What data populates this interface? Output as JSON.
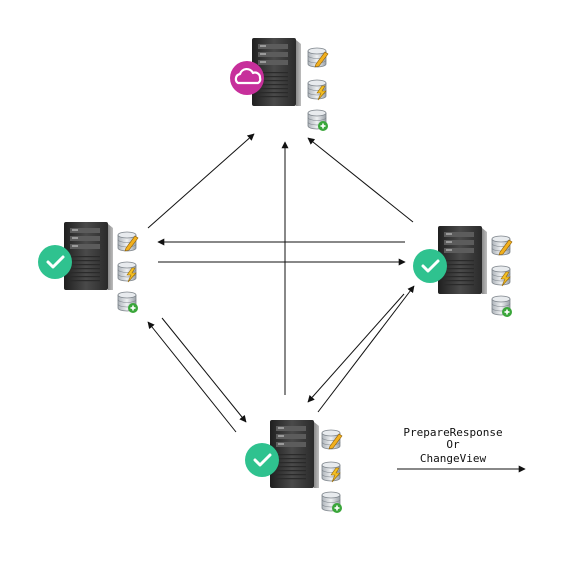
{
  "colors": {
    "arrow": "#111111",
    "primary_badge": "#c72f9b",
    "backup_badge": "#2fc28f",
    "server_body": "#3a3a3a",
    "db_cylinder": "#cfd3d8",
    "db_plus": "#3aa63a"
  },
  "nodes": [
    {
      "id": "top",
      "role": "primary",
      "badge_icon": "cloud-icon",
      "db_icons": [
        "database-edit-icon",
        "database-lightning-icon",
        "database-add-icon"
      ]
    },
    {
      "id": "left",
      "role": "backup",
      "badge_icon": "checkmark-icon",
      "db_icons": [
        "database-edit-icon",
        "database-lightning-icon",
        "database-add-icon"
      ]
    },
    {
      "id": "right",
      "role": "backup",
      "badge_icon": "checkmark-icon",
      "db_icons": [
        "database-edit-icon",
        "database-lightning-icon",
        "database-add-icon"
      ]
    },
    {
      "id": "bottom",
      "role": "backup",
      "badge_icon": "checkmark-icon",
      "db_icons": [
        "database-edit-icon",
        "database-lightning-icon",
        "database-add-icon"
      ]
    }
  ],
  "edges": [
    {
      "from": "left",
      "to": "top"
    },
    {
      "from": "right",
      "to": "top"
    },
    {
      "from": "bottom",
      "to": "top"
    },
    {
      "from": "right",
      "to": "left"
    },
    {
      "from": "left",
      "to": "right"
    },
    {
      "from": "left",
      "to": "bottom"
    },
    {
      "from": "bottom",
      "to": "left"
    },
    {
      "from": "bottom",
      "to": "right"
    },
    {
      "from": "right",
      "to": "bottom"
    }
  ],
  "legend": {
    "line1": "PrepareResponse",
    "line2": "Or",
    "line3": "ChangeView"
  }
}
